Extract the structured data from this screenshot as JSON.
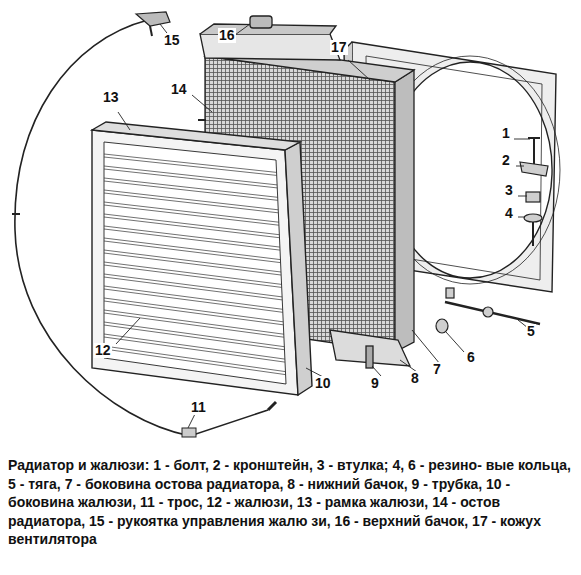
{
  "diagram": {
    "caption": "Радиатор и жалюзи: 1 - болт, 2 - кронштейн, 3 - втулка; 4, 6 - резино- вые кольца, 5 - тяга, 7 - боковина остова радиатора, 8 - нижний бачок, 9 - трубка, 10 - боковина жалюзи, 11 - трос, 12 - жалюзи, 13 - рамка жалюзи, 14 - остов радиатора, 15 - рукоятка управления жалю зи, 16 - верхний бачок, 17 - кожух вентилятора",
    "labels": [
      "15",
      "16",
      "17",
      "14",
      "13",
      "1",
      "2",
      "3",
      "4",
      "5",
      "12",
      "6",
      "7",
      "8",
      "9",
      "10",
      "11"
    ]
  }
}
